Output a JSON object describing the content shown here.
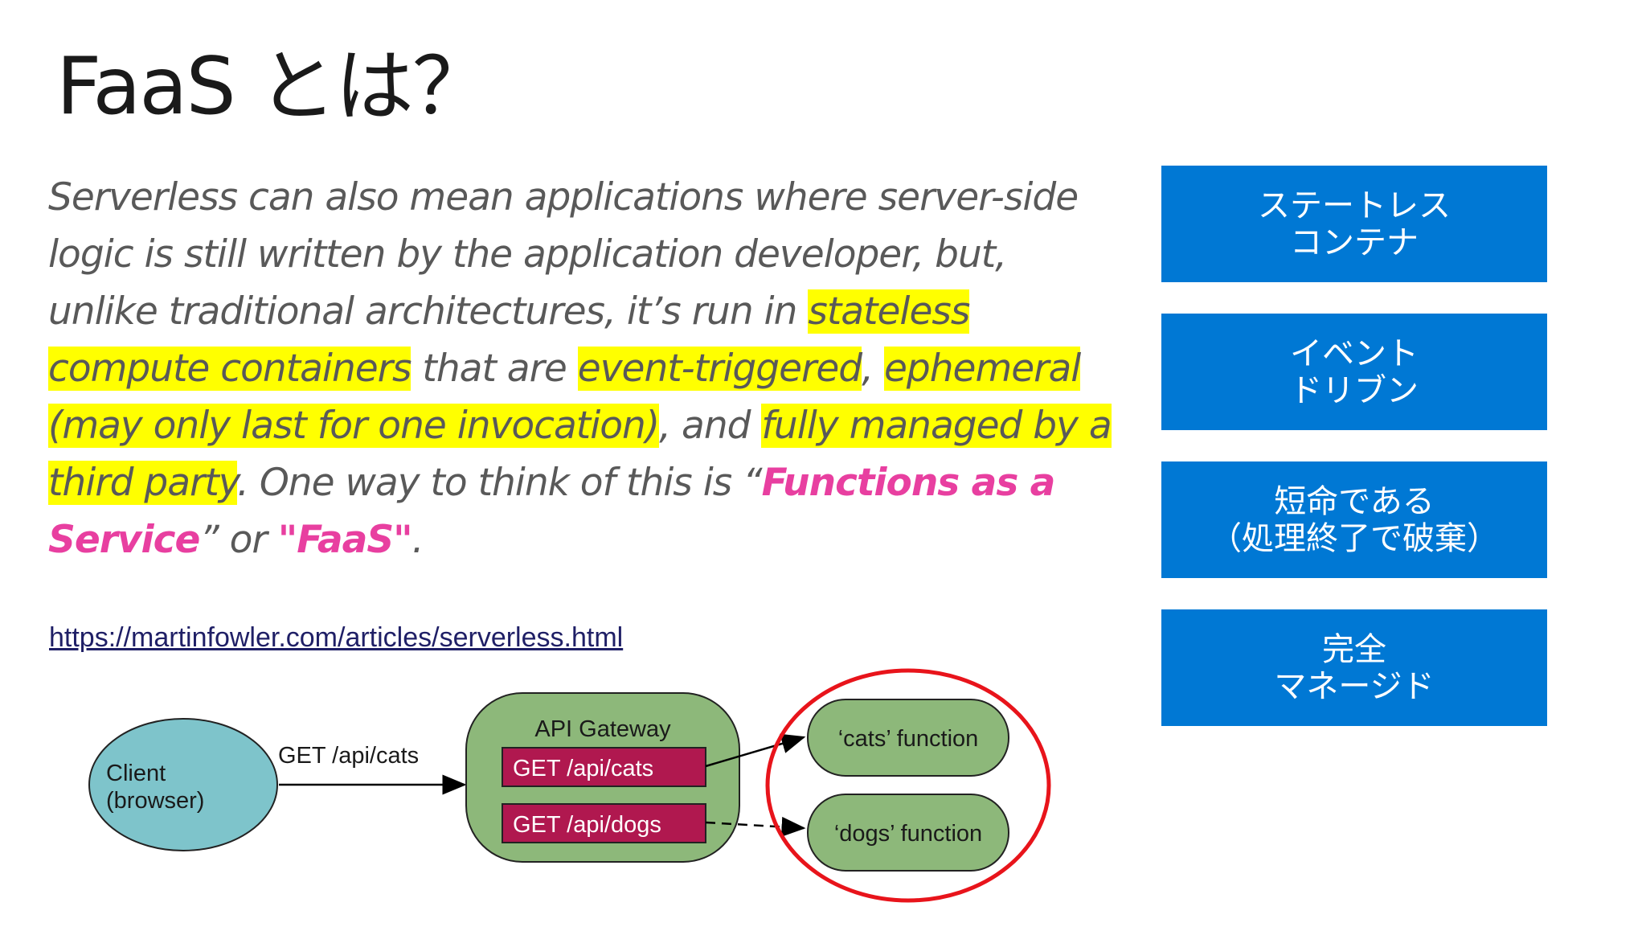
{
  "slide": {
    "title": "FaaS とは？",
    "quote": {
      "p1": "Serverless can also mean applications where server-side logic is still written by the application developer, but, unlike traditional architectures, it’s run in ",
      "h1": "stateless compute containers",
      "p2": " that are ",
      "h2": "event-triggered",
      "p3": ", ",
      "h3": "ephemeral (may only last for one invocation)",
      "p4": ", and ",
      "h4": "fully managed by a third party",
      "p5": ". One way to think of this is “",
      "em1": "Functions as a Service",
      "p6": "” or ",
      "em2": "\"FaaS\"",
      "p7": "."
    },
    "link": "https://martinfowler.com/articles/serverless.html",
    "feature_boxes": [
      {
        "line1": "ステートレス",
        "line2": "コンテナ"
      },
      {
        "line1": "イベント",
        "line2": "ドリブン"
      },
      {
        "line1": "短命である",
        "line2": "（処理終了で破棄）"
      },
      {
        "line1": "完全",
        "line2": "マネージド"
      }
    ],
    "diagram": {
      "client": {
        "line1": "Client",
        "line2": "(browser)"
      },
      "request_label": "GET /api/cats",
      "gateway": {
        "title": "API Gateway",
        "routes": [
          "GET /api/cats",
          "GET /api/dogs"
        ]
      },
      "functions": [
        "‘cats’ function",
        "‘dogs’ function"
      ]
    },
    "colors": {
      "highlight": "#ffff00",
      "accent_pink": "#e83fa0",
      "box_blue": "#0078d4",
      "client_fill": "#7ec4cb",
      "gateway_fill": "#8db87a",
      "route_fill": "#b0184f",
      "circle_red": "#e8141b"
    }
  }
}
